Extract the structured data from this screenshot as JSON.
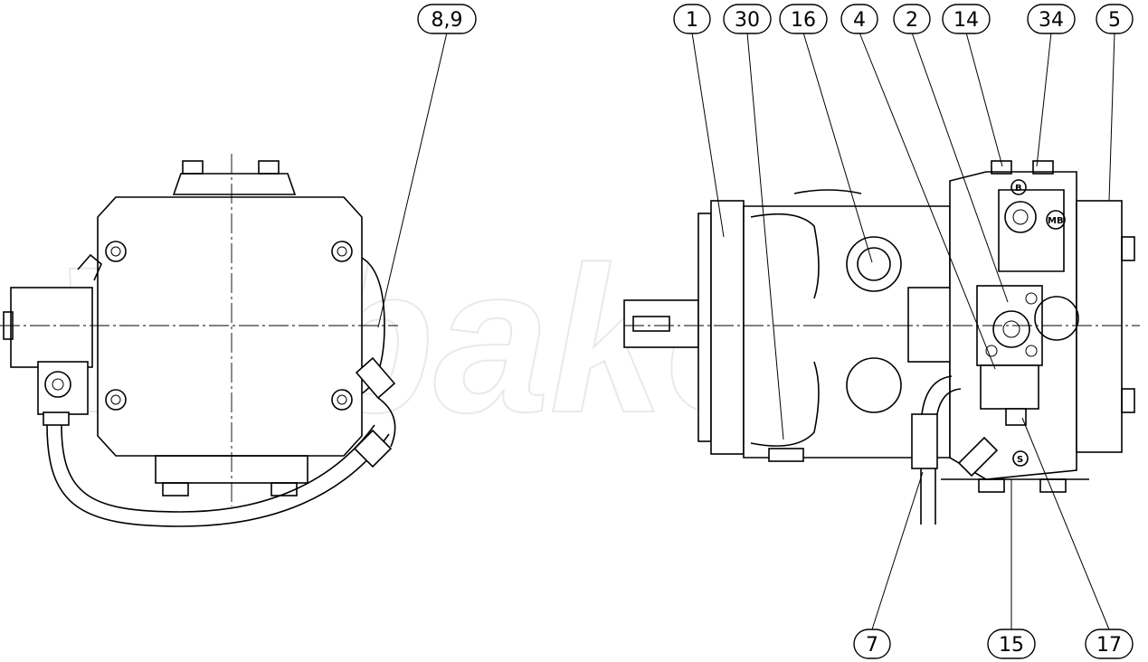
{
  "watermark": "Wibako",
  "port_marks": {
    "port_b": "B",
    "port_mb": "MB",
    "port_s": "S"
  },
  "callouts": [
    {
      "id": "8-9",
      "label": "8,9"
    },
    {
      "id": "1",
      "label": "1"
    },
    {
      "id": "30",
      "label": "30"
    },
    {
      "id": "16",
      "label": "16"
    },
    {
      "id": "4",
      "label": "4"
    },
    {
      "id": "2",
      "label": "2"
    },
    {
      "id": "14",
      "label": "14"
    },
    {
      "id": "34",
      "label": "34"
    },
    {
      "id": "5",
      "label": "5"
    },
    {
      "id": "7",
      "label": "7"
    },
    {
      "id": "15",
      "label": "15"
    },
    {
      "id": "17",
      "label": "17"
    }
  ]
}
